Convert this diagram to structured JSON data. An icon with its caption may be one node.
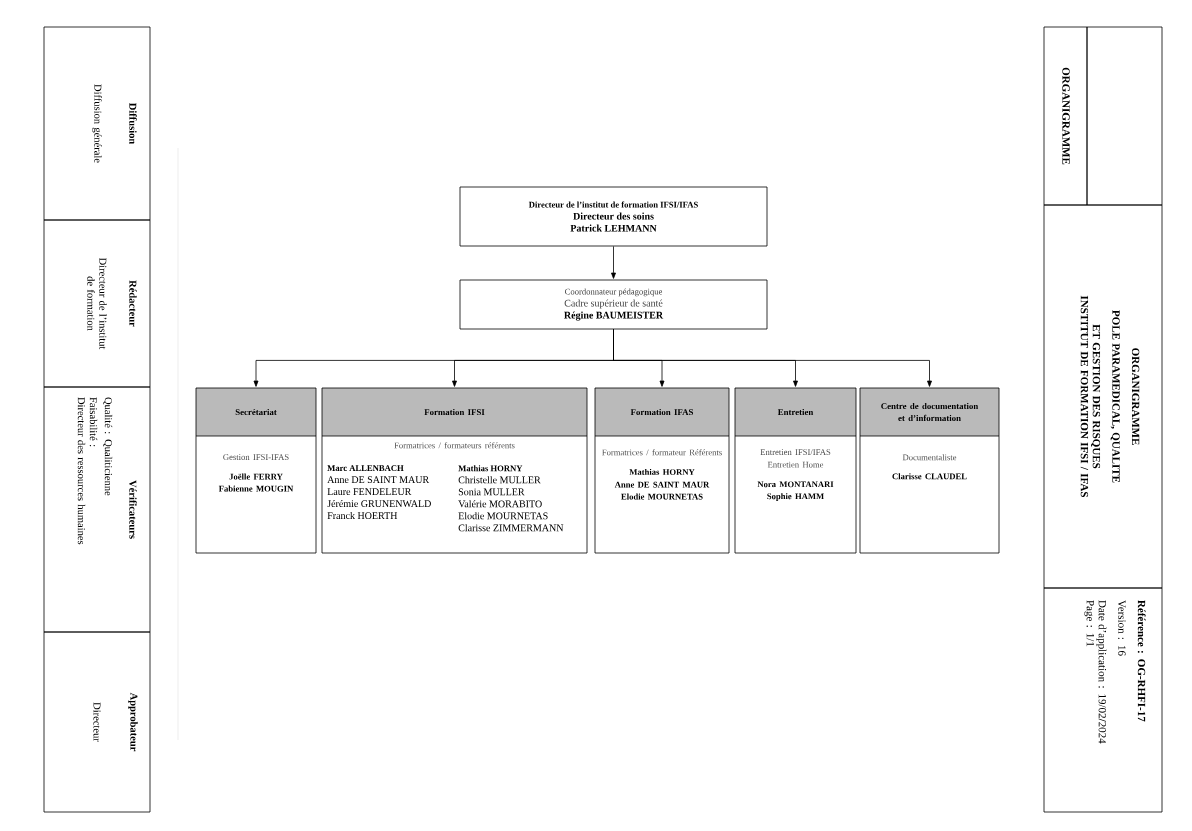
{
  "diagram": {
    "nodes": [
      {
        "text": [
          "Diffusion",
          "Diffusion générale"
        ]
      },
      {
        "text": [
          "Rédacteur",
          "Directeur de l’institut de formation"
        ]
      },
      {
        "text": [
          "Vérificateurs",
          "Qualité : Qualiticienne",
          "Faisabilité :",
          "Directeur des ressources humaines"
        ]
      },
      {
        "text": [
          "Approbateur",
          "Directeur"
        ]
      },
      {
        "text": [
          "Directeur de l’institut de formation IFSI/IFAS",
          "Directeur des soins",
          "Patrick LEHMANN"
        ]
      },
      {
        "text": [
          "Coordonnateur pédagogique",
          "Cadre supérieur de santé",
          "Régine BAUMEISTER"
        ]
      },
      {
        "text": [
          "Secrétariat",
          "Gestion IFSI-IFAS",
          "Joëlle FERRY",
          "Fabienne MOUGIN"
        ]
      },
      {
        "text": [
          "Formation IFSI",
          "Formatrices / formateurs référents",
          "Marc ALLENBACH",
          "Anne DE SAINT MAUR",
          "Laure FENDELEUR",
          "Jérémie GRUNENWALD",
          "Franck HOERTH",
          "Mathias HORNY",
          "Christelle MULLER",
          "Sonia MULLER",
          "Valérie MORABITO",
          "Elodie MOURNETAS",
          "Clarisse ZIMMERMANN"
        ]
      },
      {
        "text": [
          "Formation IFAS",
          "Formatrices / formateur Référents",
          "Mathias HORNY",
          "Anne DE SAINT MAUR",
          "Elodie MOURNETAS"
        ]
      },
      {
        "text": [
          "Entretien",
          "Entretien IFSI/IFAS",
          "Entretien Home",
          "Nora MONTANARI",
          "Sophie HAMM"
        ]
      },
      {
        "text": [
          "Centre de documentation et d’information",
          "Documentaliste",
          "Clarisse CLAUDEL"
        ]
      },
      {
        "text": [
          "ORGANIGRAMME"
        ]
      },
      {
        "text": [
          "ORGANIGRAMME",
          "POLE PARAMEDICAL, QUALITE",
          "ET GESTION DES RISQUES",
          "INSTITUT DE FORMATION IFSI / IFAS"
        ]
      },
      {
        "text": [
          "Référence : OG-RHFI-17",
          "Version : 16",
          "Date d’application : 19/02/2024",
          "Page : 1/1"
        ]
      }
    ],
    "edges": [
      {
        "from": 4,
        "to": 5,
        "arrow": "to"
      },
      {
        "from": 5,
        "to": 6,
        "arrow": "to"
      },
      {
        "from": 5,
        "to": 7,
        "arrow": "to"
      },
      {
        "from": 5,
        "to": 8,
        "arrow": "to"
      },
      {
        "from": 5,
        "to": 9,
        "arrow": "to"
      },
      {
        "from": 5,
        "to": 10,
        "arrow": "to"
      }
    ]
  }
}
